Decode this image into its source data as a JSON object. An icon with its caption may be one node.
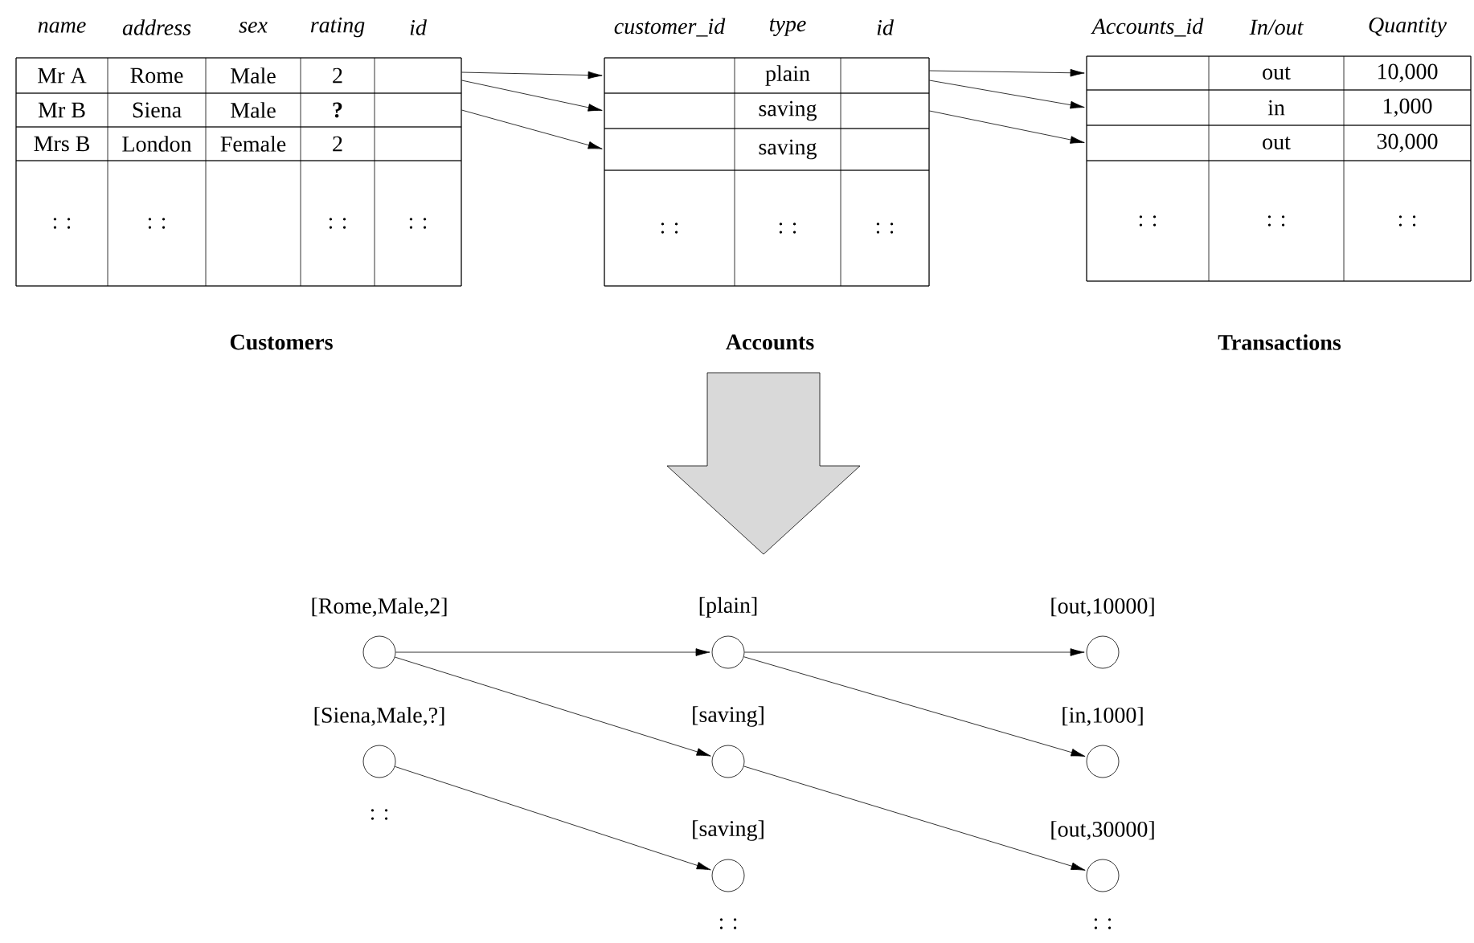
{
  "diagram": {
    "nodes": [
      {
        "text": [
          "name",
          "address",
          "sex",
          "rating",
          "id"
        ],
        "beside": [
          "Customers"
        ]
      },
      {
        "text": [
          "Mr A",
          "Rome",
          "Male",
          "2"
        ],
        "in": 0
      },
      {
        "text": [
          "Mr B",
          "Siena",
          "Male",
          "?"
        ],
        "in": 0
      },
      {
        "text": [
          "Mrs B",
          "London",
          "Female",
          "2"
        ],
        "in": 0
      },
      {
        "text": [
          ": :",
          ": :",
          ": :",
          ": :"
        ],
        "in": 0
      },
      {
        "text": [
          "customer_id",
          "type",
          "id"
        ],
        "beside": [
          "Accounts"
        ]
      },
      {
        "text": [
          "plain"
        ],
        "in": 5
      },
      {
        "text": [
          "saving"
        ],
        "in": 5
      },
      {
        "text": [
          "saving"
        ],
        "in": 5
      },
      {
        "text": [
          ": :",
          ": :",
          ": :"
        ],
        "in": 5
      },
      {
        "text": [
          "Accounts_id",
          "In/out",
          "Quantity"
        ],
        "beside": [
          "Transactions"
        ]
      },
      {
        "text": [
          "out",
          "10,000"
        ],
        "in": 10
      },
      {
        "text": [
          "in",
          "1,000"
        ],
        "in": 10
      },
      {
        "text": [
          "out",
          "30,000"
        ],
        "in": 10
      },
      {
        "text": [
          ": :",
          ": :",
          ": :"
        ],
        "in": 10
      },
      {
        "text": [
          "[Rome,Male,2]"
        ]
      },
      {
        "text": [
          "[plain]"
        ]
      },
      {
        "text": [
          "[out,10000]"
        ]
      },
      {
        "text": [
          "[Siena,Male,?]"
        ]
      },
      {
        "text": [
          "[saving]"
        ]
      },
      {
        "text": [
          "[in,1000]"
        ]
      },
      {
        "text": [
          "[saving]"
        ]
      },
      {
        "text": [
          "[out,30000]"
        ]
      }
    ],
    "edges": [
      {
        "from": 1,
        "to": 6,
        "arrow": "to"
      },
      {
        "from": 1,
        "to": 7,
        "arrow": "to"
      },
      {
        "from": 2,
        "to": 8,
        "arrow": "to"
      },
      {
        "from": 6,
        "to": 11,
        "arrow": "to"
      },
      {
        "from": 6,
        "to": 12,
        "arrow": "to"
      },
      {
        "from": 7,
        "to": 13,
        "arrow": "to"
      },
      {
        "from": 15,
        "to": 16,
        "arrow": "to"
      },
      {
        "from": 15,
        "to": 19,
        "arrow": "to"
      },
      {
        "from": 18,
        "to": 21,
        "arrow": "to"
      },
      {
        "from": 16,
        "to": 17,
        "arrow": "to"
      },
      {
        "from": 16,
        "to": 20,
        "arrow": "to"
      },
      {
        "from": 19,
        "to": 22,
        "arrow": "to"
      }
    ],
    "labels": [
      ": :",
      ": :",
      ": :"
    ]
  }
}
